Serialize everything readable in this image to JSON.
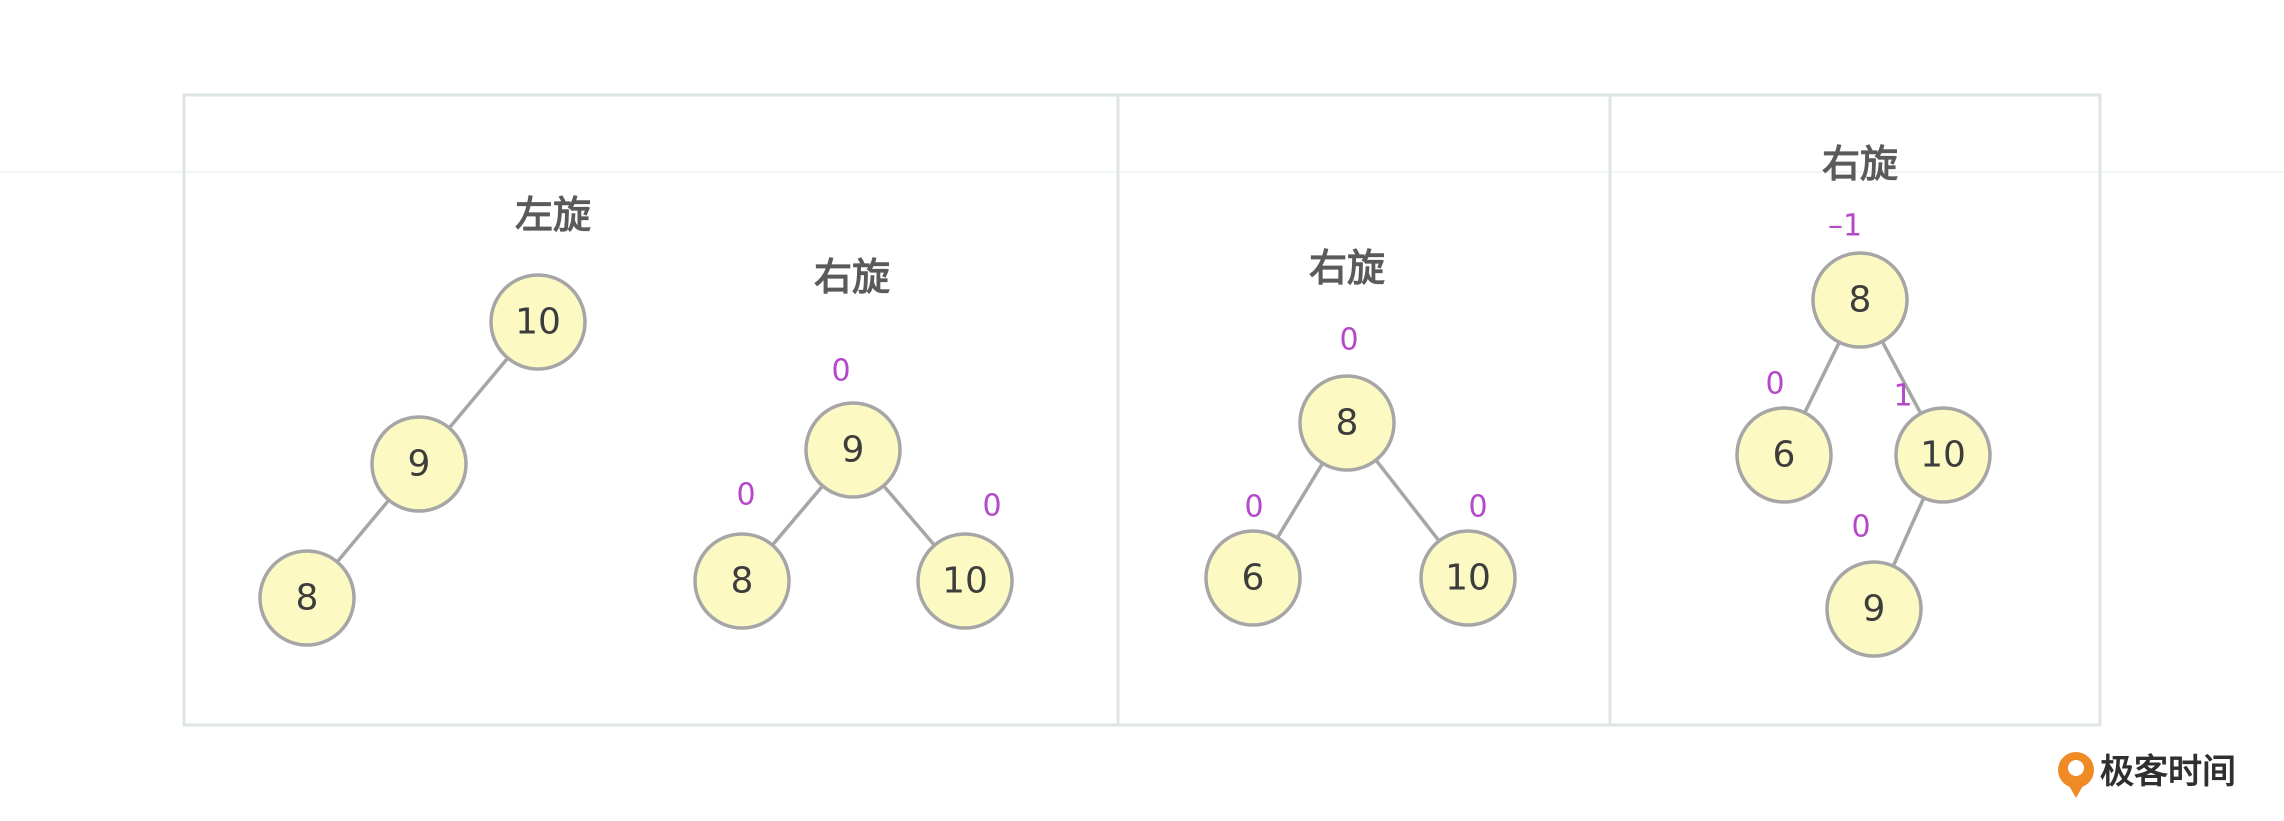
{
  "panels": [
    {
      "headings": [
        "左旋",
        "右旋"
      ],
      "trees": [
        {
          "nodes": [
            {
              "id": "a10",
              "value": "10"
            },
            {
              "id": "a9",
              "value": "9"
            },
            {
              "id": "a8",
              "value": "8"
            }
          ],
          "edges": [
            [
              "a10",
              "a9"
            ],
            [
              "a9",
              "a8"
            ]
          ]
        },
        {
          "nodes": [
            {
              "id": "b9",
              "value": "9",
              "bf": "0"
            },
            {
              "id": "b8",
              "value": "8",
              "bf": "0"
            },
            {
              "id": "b10",
              "value": "10",
              "bf": "0"
            }
          ],
          "edges": [
            [
              "b9",
              "b8"
            ],
            [
              "b9",
              "b10"
            ]
          ]
        }
      ]
    },
    {
      "headings": [
        "右旋"
      ],
      "trees": [
        {
          "nodes": [
            {
              "id": "c8",
              "value": "8",
              "bf": "0"
            },
            {
              "id": "c6",
              "value": "6",
              "bf": "0"
            },
            {
              "id": "c10",
              "value": "10",
              "bf": "0"
            }
          ],
          "edges": [
            [
              "c8",
              "c6"
            ],
            [
              "c8",
              "c10"
            ]
          ]
        }
      ]
    },
    {
      "headings": [
        "右旋"
      ],
      "trees": [
        {
          "nodes": [
            {
              "id": "d8",
              "value": "8",
              "bf": "–1"
            },
            {
              "id": "d6",
              "value": "6",
              "bf": "0"
            },
            {
              "id": "d10",
              "value": "10",
              "bf": "1"
            },
            {
              "id": "d9",
              "value": "9",
              "bf": "0"
            }
          ],
          "edges": [
            [
              "d8",
              "d6"
            ],
            [
              "d8",
              "d10"
            ],
            [
              "d10",
              "d9"
            ]
          ]
        }
      ]
    }
  ],
  "colors": {
    "node_fill": "#fdf9c3",
    "node_stroke": "#a6a6a6",
    "balance_factor": "#b548c8",
    "brand_orange": "#f08a24"
  },
  "brand": {
    "name": "极客时间",
    "icon": "geekbang-logo-icon"
  }
}
